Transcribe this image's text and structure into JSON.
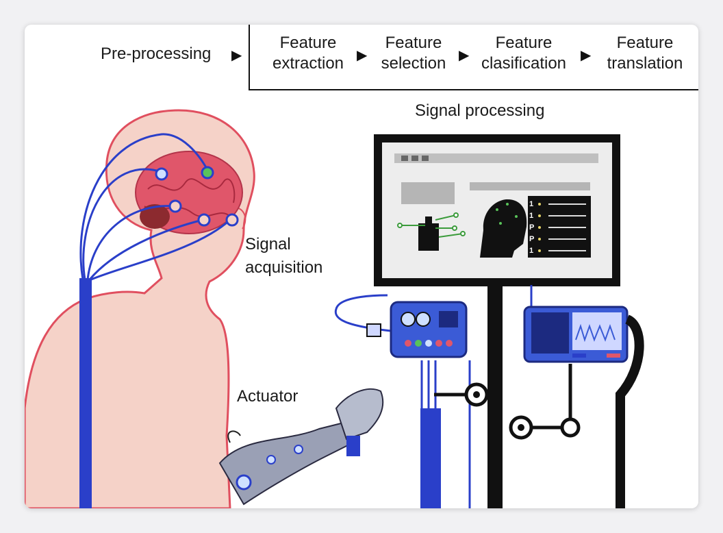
{
  "pipeline": {
    "pre_processing": "Pre-processing",
    "steps": [
      {
        "line1": "Feature",
        "line2": "extraction"
      },
      {
        "line1": "Feature",
        "line2": "selection"
      },
      {
        "line1": "Feature",
        "line2": "clasification"
      },
      {
        "line1": "Feature",
        "line2": "translation"
      }
    ]
  },
  "labels": {
    "signal_processing": "Signal processing",
    "signal_acquisition_1": "Signal",
    "signal_acquisition_2": "acquisition",
    "actuator": "Actuator"
  },
  "screen": {
    "rows": [
      "1",
      "1",
      "P",
      "P",
      "1"
    ]
  },
  "colors": {
    "skin_fill": "#f5d2c8",
    "skin_outline": "#e04f5f",
    "brain": "#e0566a",
    "cable": "#2a3fc9",
    "device": "#3b5bd6",
    "monitor_frame": "#111111",
    "electrode_green": "#59c35a"
  }
}
